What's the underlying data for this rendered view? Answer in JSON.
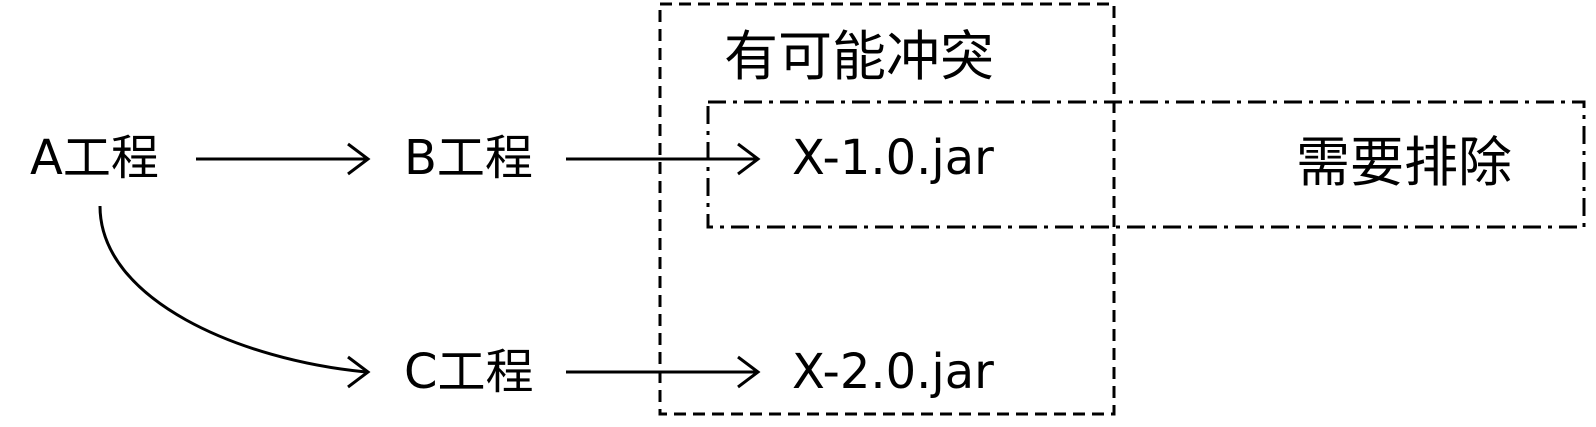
{
  "nodes": {
    "a_project": "A工程",
    "b_project": "B工程",
    "c_project": "C工程",
    "x10_jar": "X-1.0.jar",
    "x20_jar": "X-2.0.jar"
  },
  "annotations": {
    "possible_conflict": "有可能冲突",
    "need_exclude": "需要排除"
  },
  "colors": {
    "line": "#000000",
    "text": "#000000",
    "background": "#ffffff"
  }
}
